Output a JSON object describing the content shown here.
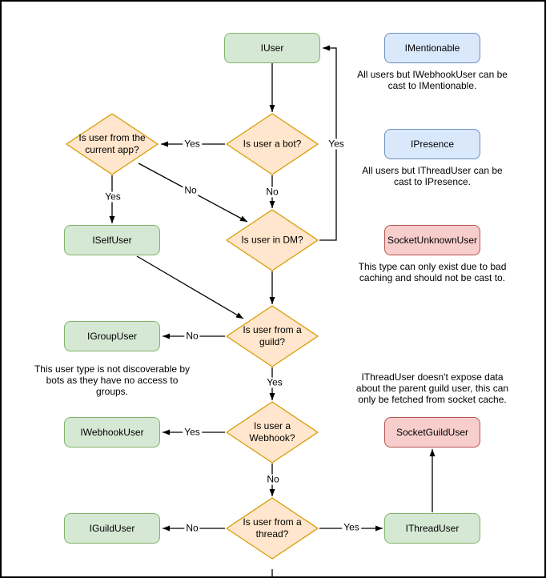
{
  "colors": {
    "interface_fill": "#d5e8d4",
    "interface_stroke": "#82b366",
    "decision_fill": "#ffe6cc",
    "decision_stroke": "#d79b00",
    "castable_fill": "#dae8fc",
    "castable_stroke": "#6c8ebf",
    "socket_fill": "#f8cecc",
    "socket_stroke": "#b85450",
    "connector": "#000000",
    "background": "#ffffff",
    "border": "#000000"
  },
  "nodes": {
    "iuser": {
      "label": "IUser"
    },
    "imentionable": {
      "label": "IMentionable"
    },
    "ipresence": {
      "label": "IPresence"
    },
    "iselfuser": {
      "label": "ISelfUser"
    },
    "socketunknownuser": {
      "label": "SocketUnknownUser"
    },
    "igroupuser": {
      "label": "IGroupUser"
    },
    "iwebhookuser": {
      "label": "IWebhookUser"
    },
    "socketguilduser": {
      "label": "SocketGuildUser"
    },
    "iguilduser": {
      "label": "IGuildUser"
    },
    "ithreaduser": {
      "label": "IThreadUser"
    }
  },
  "decisions": {
    "is_bot": {
      "label": "Is user a bot?"
    },
    "current_app": {
      "label": "Is user from the current app?"
    },
    "in_dm": {
      "label": "Is user in DM?"
    },
    "from_guild": {
      "label": "Is user from a guild?"
    },
    "is_webhook": {
      "label": "Is user a Webhook?"
    },
    "from_thread": {
      "label": "Is user from a thread?"
    }
  },
  "edge_labels": {
    "bot_yes": "Yes",
    "bot_no": "No",
    "app_yes": "Yes",
    "app_no": "No",
    "dm_yes": "Yes",
    "guild_yes": "Yes",
    "guild_no": "No",
    "webhook_yes": "Yes",
    "webhook_no": "No",
    "thread_yes": "Yes",
    "thread_no": "No"
  },
  "annotations": {
    "mentionable": {
      "lines": [
        "All users but IWebhookUser can be",
        "cast to IMentionable."
      ]
    },
    "presence": {
      "lines": [
        "All users but IThreadUser can be",
        "cast to IPresence."
      ]
    },
    "unknown": {
      "lines": [
        "This type can only exist due to bad",
        "caching and should not be cast to."
      ]
    },
    "group": {
      "lines": [
        "This user type is not discoverable by",
        "bots as they have no access to",
        "groups."
      ]
    },
    "thread": {
      "lines": [
        "IThreadUser doesn't expose data",
        "about the parent guild user, this can",
        "only be fetched from socket cache."
      ]
    }
  }
}
